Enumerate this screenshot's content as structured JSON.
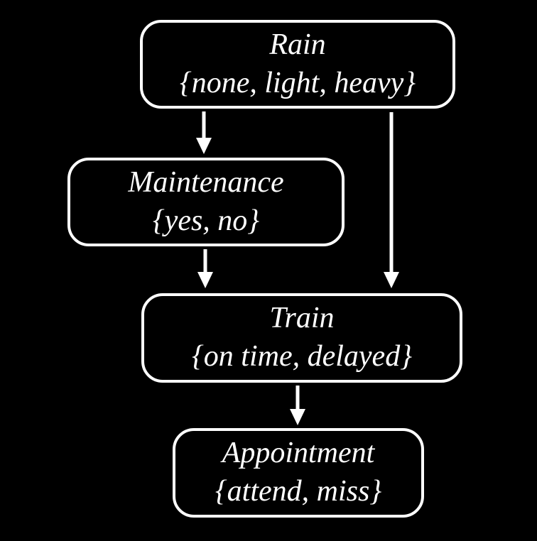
{
  "diagram": {
    "kind": "bayesian-network",
    "colors": {
      "background": "#000000",
      "node_border": "#ffffff",
      "text": "#ffffff",
      "arrow": "#ffffff"
    },
    "nodes": [
      {
        "id": "rain",
        "label": "Rain",
        "domain": "{none, light, heavy}"
      },
      {
        "id": "maintenance",
        "label": "Maintenance",
        "domain": "{yes, no}"
      },
      {
        "id": "train",
        "label": "Train",
        "domain": "{on time, delayed}"
      },
      {
        "id": "appointment",
        "label": "Appointment",
        "domain": "{attend, miss}"
      }
    ],
    "edges": [
      {
        "from": "rain",
        "to": "maintenance"
      },
      {
        "from": "rain",
        "to": "train"
      },
      {
        "from": "maintenance",
        "to": "train"
      },
      {
        "from": "train",
        "to": "appointment"
      }
    ]
  }
}
